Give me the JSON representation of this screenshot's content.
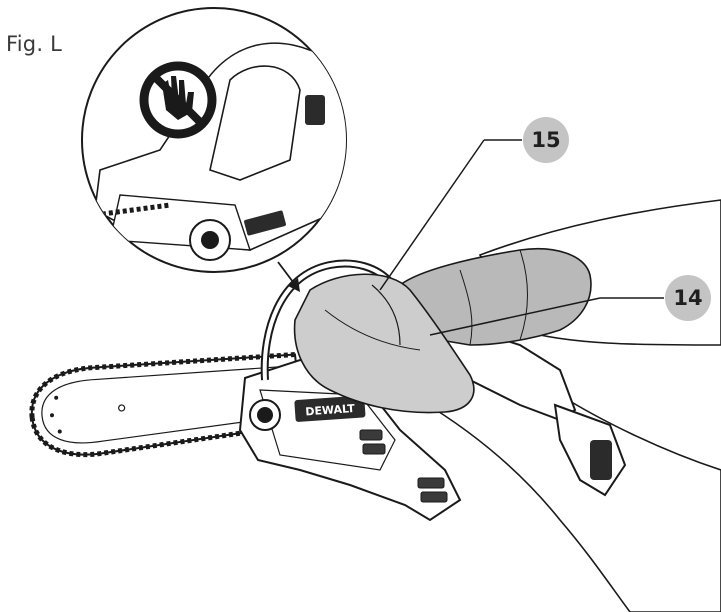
{
  "figure": {
    "label": "Fig. L",
    "brand": "DEWALT",
    "callouts": {
      "glove_left": "15",
      "glove_right": "14"
    },
    "icons": {
      "warning": "no-hand-icon"
    },
    "colors": {
      "line": "#1a1a1a",
      "callout_fill": "#c4c4c4",
      "glove_fill": "#c9c9c9",
      "glove_dark": "#9a9a9a",
      "tool_body": "#ffffff",
      "brand_plate": "#2b2b2b"
    }
  }
}
